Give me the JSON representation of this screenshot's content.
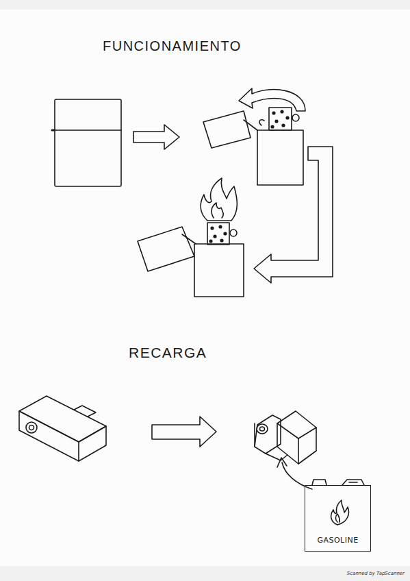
{
  "diagram": {
    "title": "FUNCIONAMIENTO",
    "nodes": [
      {
        "text": [
          "GASOLINE"
        ]
      }
    ],
    "labels": [
      "RECARGA",
      "Scanned by TapScanner"
    ]
  }
}
